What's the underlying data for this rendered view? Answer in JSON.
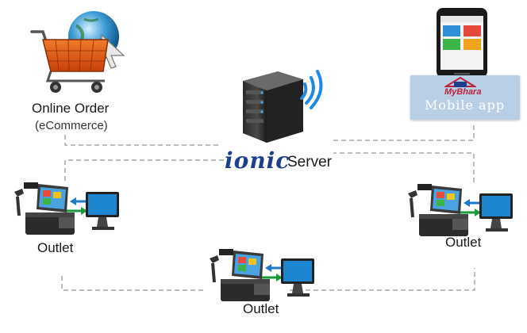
{
  "nodes": {
    "online_order": {
      "label": "Online Order",
      "sublabel": "(eCommerce)"
    },
    "server": {
      "logo_text": "ionic",
      "label": "Server"
    },
    "mobile": {
      "brand": "MyBhara",
      "label": "Mobile app"
    },
    "outlets": [
      {
        "label": "Outlet"
      },
      {
        "label": "Outlet"
      },
      {
        "label": "Outlet"
      }
    ]
  },
  "colors": {
    "arrow_blue": "#1f78c8",
    "arrow_green": "#1a9a3a",
    "connector": "#a8a8a8",
    "ionic_blue": "#1e3f8c",
    "mobile_box": "#b9cfe6"
  }
}
